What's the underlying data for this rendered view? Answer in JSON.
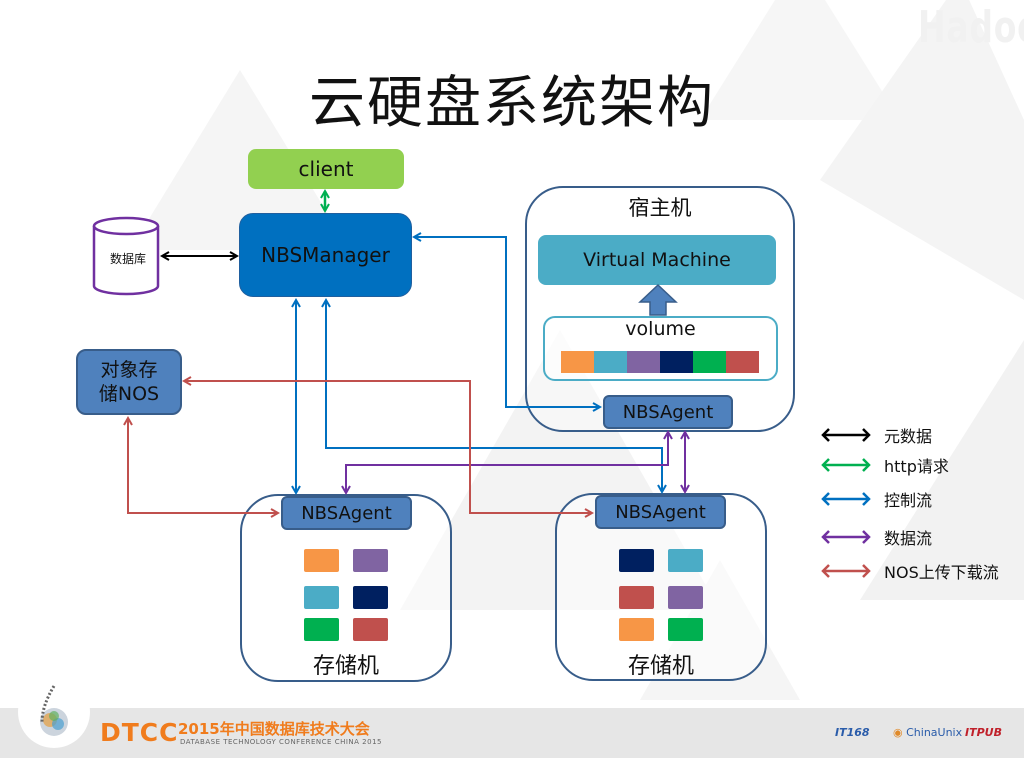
{
  "slide": {
    "title": "云硬盘系统架构",
    "watermark": "Hadoop"
  },
  "nodes": {
    "client": "client",
    "manager": "NBSManager",
    "database": "数据库",
    "nos_line1": "对象存",
    "nos_line2": "储NOS",
    "host": "宿主机",
    "vm": "Virtual Machine",
    "volume": "volume",
    "agent_host": "NBSAgent",
    "agent_storage1": "NBSAgent",
    "agent_storage2": "NBSAgent",
    "storage1": "存储机",
    "storage2": "存储机"
  },
  "colors": {
    "orange": "#f79646",
    "teal": "#4bacc6",
    "purple": "#8064a2",
    "navy": "#002060",
    "green": "#00b050",
    "red": "#c0504d",
    "metadata": "#000000",
    "http": "#00b050",
    "control": "#0070c0",
    "data": "#7030a0",
    "nos": "#c0504d"
  },
  "volume_blocks": [
    "orange",
    "teal",
    "purple",
    "navy",
    "green",
    "red"
  ],
  "storage1_blocks": [
    [
      "orange",
      "purple"
    ],
    [
      "teal",
      "navy"
    ],
    [
      "green",
      "red"
    ]
  ],
  "storage2_blocks": [
    [
      "navy",
      "teal"
    ],
    [
      "red",
      "purple"
    ],
    [
      "orange",
      "green"
    ]
  ],
  "legend": [
    {
      "label": "元数据",
      "color": "#000000"
    },
    {
      "label": "http请求",
      "color": "#00b050"
    },
    {
      "label": "控制流",
      "color": "#0070c0"
    },
    {
      "label": "数据流",
      "color": "#7030a0"
    },
    {
      "label": "NOS上传下载流",
      "color": "#c0504d"
    }
  ],
  "footer": {
    "brand": "DTCC",
    "conference_cn": "2015年中国数据库技术大会",
    "conference_en": "DATABASE TECHNOLOGY CONFERENCE CHINA 2015",
    "sponsors": [
      "IT168",
      "ChinaUnix",
      "ITPUB"
    ]
  }
}
